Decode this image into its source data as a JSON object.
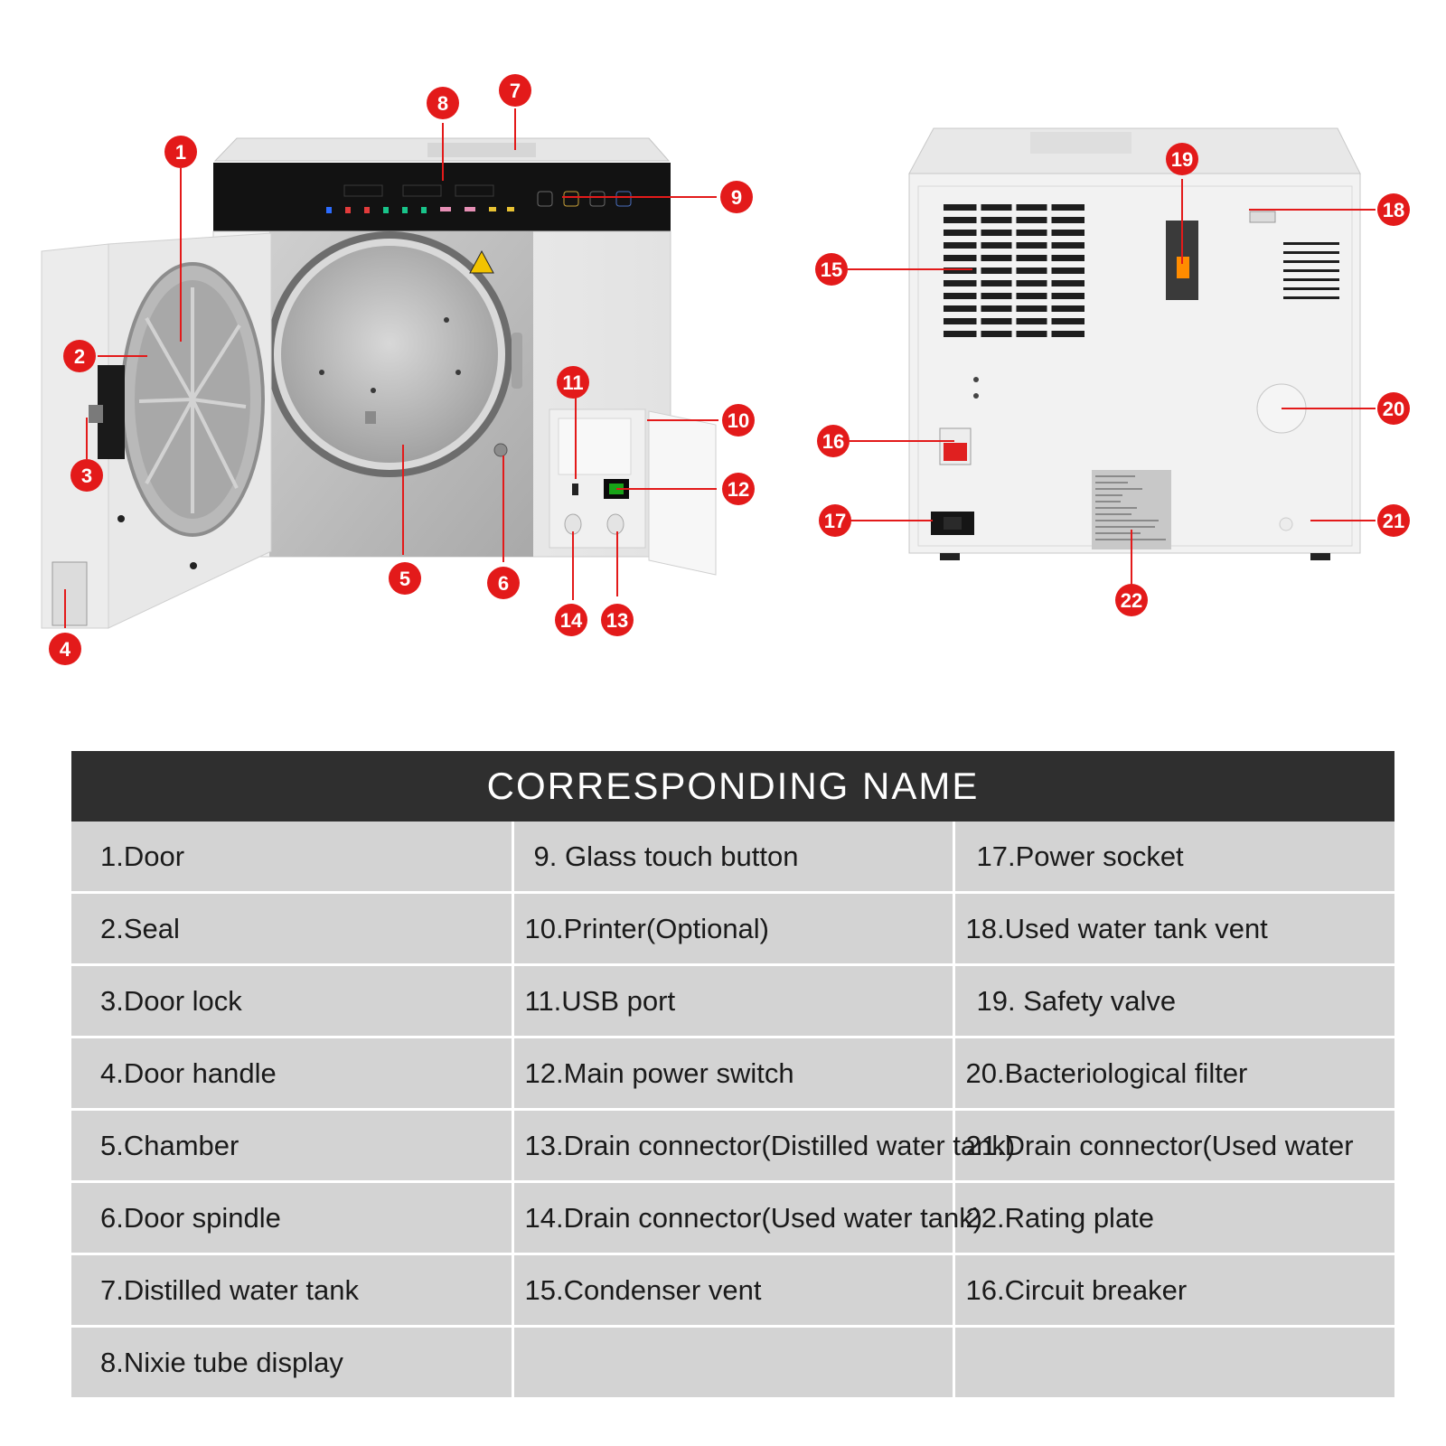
{
  "callout_color": "#e31a1a",
  "callouts": [
    "1",
    "2",
    "3",
    "4",
    "5",
    "6",
    "7",
    "8",
    "9",
    "10",
    "11",
    "12",
    "13",
    "14",
    "15",
    "16",
    "17",
    "18",
    "19",
    "20",
    "21",
    "22"
  ],
  "table": {
    "header": "CORRESPONDING NAME",
    "rows": [
      [
        "1.Door",
        "9. Glass touch button",
        "17.Power socket"
      ],
      [
        "2.Seal",
        "10.Printer(Optional)",
        "18.Used water tank vent"
      ],
      [
        "3.Door lock",
        "11.USB port",
        "19. Safety valve"
      ],
      [
        "4.Door handle",
        "12.Main power switch",
        "20.Bacteriological filter"
      ],
      [
        "5.Chamber",
        "13.Drain connector(Distilled water tank)",
        "21.Drain connector(Used water"
      ],
      [
        "6.Door spindle",
        "14.Drain connector(Used water tank)",
        "22.Rating plate"
      ],
      [
        "7.Distilled water tank",
        "15.Condenser vent",
        "16.Circuit breaker"
      ],
      [
        "8.Nixie tube display",
        "",
        ""
      ]
    ]
  }
}
